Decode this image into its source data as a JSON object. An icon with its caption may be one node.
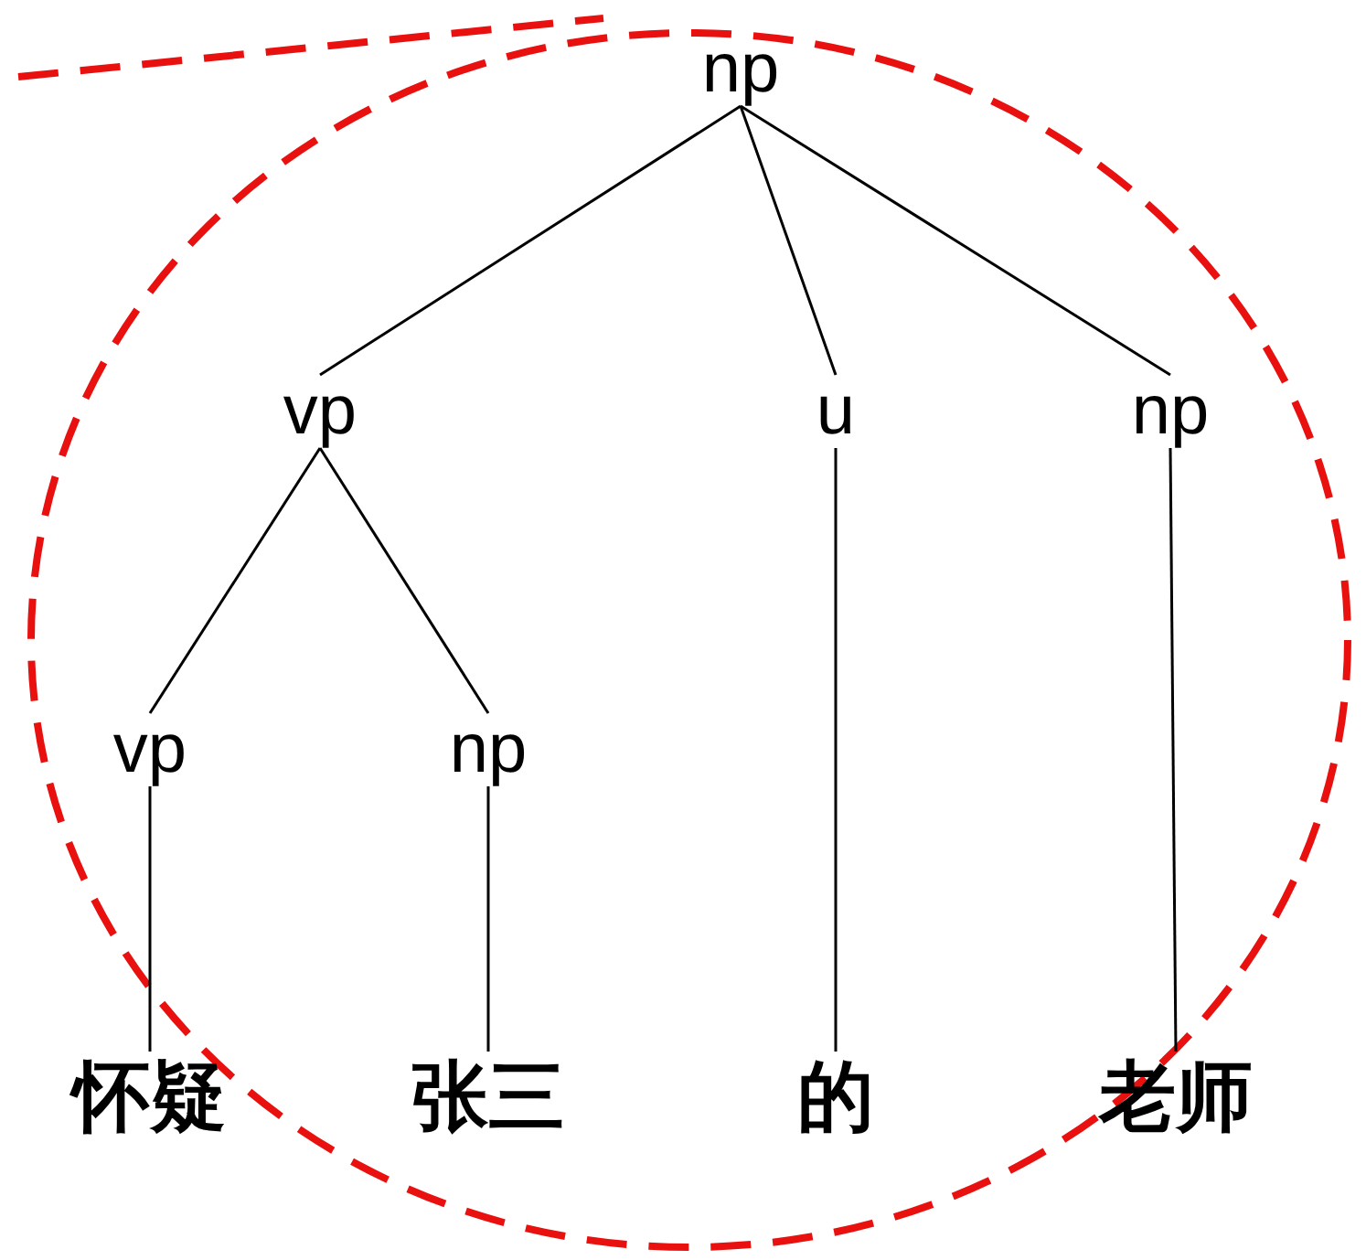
{
  "diagram": {
    "nodes": [
      {
        "text": [
          "np"
        ]
      },
      {
        "text": [
          "vp"
        ]
      },
      {
        "text": [
          "u"
        ]
      },
      {
        "text": [
          "np"
        ]
      },
      {
        "text": [
          "vp"
        ]
      },
      {
        "text": [
          "np"
        ]
      },
      {
        "text": [
          "怀疑"
        ]
      },
      {
        "text": [
          "张三"
        ]
      },
      {
        "text": [
          "的"
        ]
      },
      {
        "text": [
          "老师"
        ]
      }
    ],
    "edges": [
      {
        "from": 0,
        "to": 1,
        "arrow": "none"
      },
      {
        "from": 0,
        "to": 2,
        "arrow": "none"
      },
      {
        "from": 0,
        "to": 3,
        "arrow": "none"
      },
      {
        "from": 1,
        "to": 4,
        "arrow": "none"
      },
      {
        "from": 1,
        "to": 5,
        "arrow": "none"
      },
      {
        "from": 4,
        "to": 6,
        "arrow": "none"
      },
      {
        "from": 5,
        "to": 7,
        "arrow": "none"
      },
      {
        "from": 2,
        "to": 8,
        "arrow": "none"
      },
      {
        "from": 3,
        "to": 9,
        "arrow": "none"
      }
    ]
  }
}
